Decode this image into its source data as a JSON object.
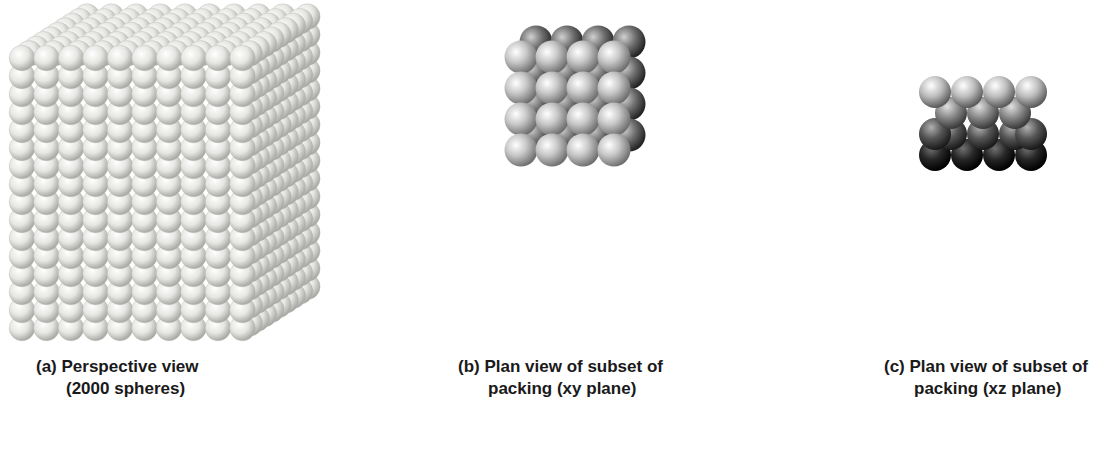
{
  "diagram": {
    "labels": [
      "(a) Perspective view (2000 spheres)",
      "(b) Plan view of subset of packing (xy plane)",
      "(c) Plan view of subset of packing (xz plane)"
    ]
  }
}
